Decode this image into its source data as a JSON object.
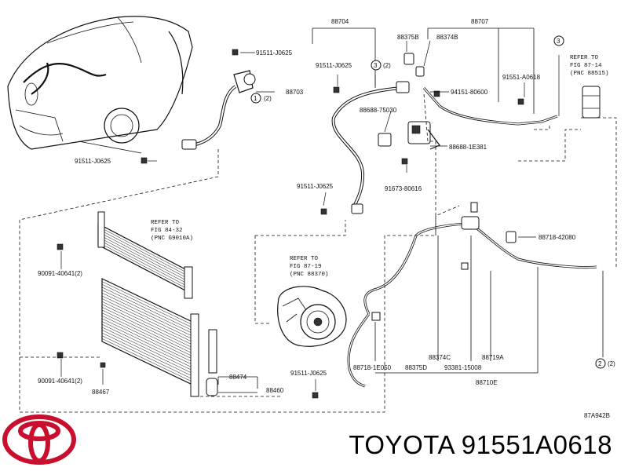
{
  "diagram": {
    "labels": {
      "p88704": "88704",
      "p88707": "88707",
      "p88375B": "88375B",
      "p88374B": "88374B",
      "p91511_top": "91511-J0625",
      "p91511_a": "91511-J0625",
      "p91511_left": "91511-J0625",
      "p91511_mid": "91511-J0625",
      "p91511_bot": "91511-J0625",
      "p88703": "88703",
      "p94151": "94151-80600",
      "p91551": "91551-A0618",
      "p88688_75030": "88688-75030",
      "p88688_1E381": "88688-1E381",
      "p91673": "91673-80616",
      "p88718_42080": "88718-42080",
      "p90091_a": "90091-40641(2)",
      "p90091_b": "90091-40641(2)",
      "p88467": "88467",
      "p88474": "88474",
      "p88460": "88460",
      "p88718_1E050": "88718-1E050",
      "p88375D": "88375D",
      "p88374C": "88374C",
      "p93381": "93381-15008",
      "p88719A": "88719A",
      "p88710E": "88710E",
      "code": "87A942B"
    },
    "callouts": {
      "c1": "1",
      "c2": "(2)",
      "c3a": "3",
      "c3b": "(2)",
      "c3c": "3",
      "c2b": "2",
      "c2c": "(2)"
    },
    "refs": {
      "ref1_line1": "REFER TO",
      "ref1_line2": "FIG 87-14",
      "ref1_line3": "(PNC 88515)",
      "ref2_line1": "REFER TO",
      "ref2_line2": "FIG 84-32",
      "ref2_line3": "(PNC G9010A)",
      "ref3_line1": "REFER TO",
      "ref3_line2": "FIG 87-19",
      "ref3_line3": "(PNC 88370)"
    }
  },
  "caption": "TOYOTA 91551A0618",
  "colors": {
    "logo": "#c8102e",
    "ink": "#111111"
  },
  "icons": {
    "logo": "toyota-logo"
  }
}
